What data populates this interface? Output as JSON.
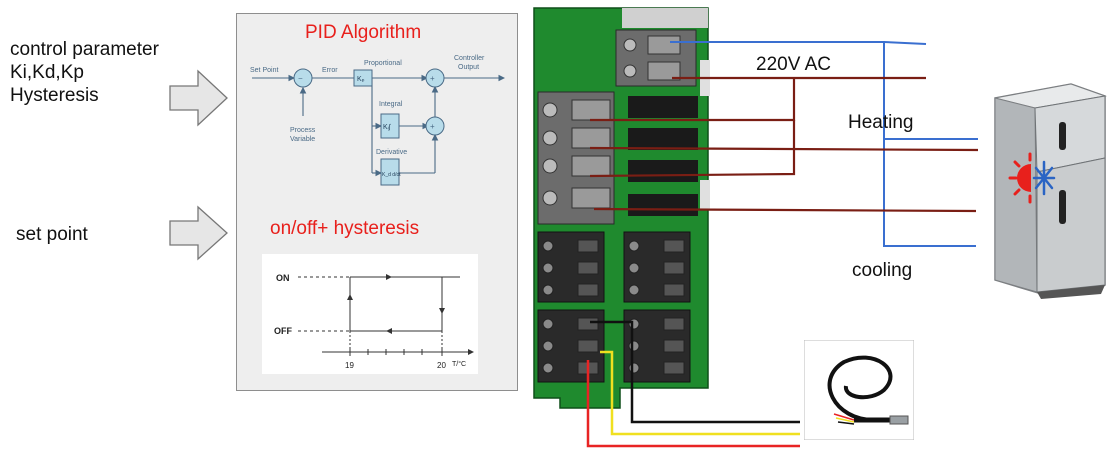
{
  "left_inputs": {
    "control_params": {
      "line1": "control parameter",
      "line2": "Ki,Kd,Kp",
      "line3": "Hysteresis"
    },
    "set_point": "set point"
  },
  "panel": {
    "pid_title": "PID Algorithm",
    "pid_diagram": {
      "set_point": "Set Point",
      "error": "Error",
      "proportional": "Proportional",
      "integral": "Integral",
      "derivative": "Derivative",
      "controller_output_1": "Controller",
      "controller_output_2": "Output",
      "process_variable_1": "Process",
      "process_variable_2": "Variable",
      "kp": "Kₚ",
      "ki": "Kᵢ∫",
      "kd": "K_d d/dt"
    },
    "onoff_title": "on/off+ hysteresis",
    "hysteresis_chart": {
      "on_label": "ON",
      "off_label": "OFF",
      "tick_19": "19",
      "tick_20": "20",
      "axis_label": "T/°C"
    }
  },
  "wiring": {
    "mains": "220V AC",
    "heating": "Heating",
    "cooling": "cooling"
  },
  "colors": {
    "title_red": "#e8201c",
    "pcb_green": "#1f8a2e",
    "wire_blue": "#3a6fd0",
    "wire_brown": "#7a1e14",
    "wire_red": "#e82424",
    "wire_yellow": "#f0e020",
    "arrow_gray": "#d9d9d9"
  },
  "icons": {
    "fridge": "refrigerator-icon",
    "climate": "sun-snowflake-icon",
    "sensor": "temperature-probe-icon"
  }
}
